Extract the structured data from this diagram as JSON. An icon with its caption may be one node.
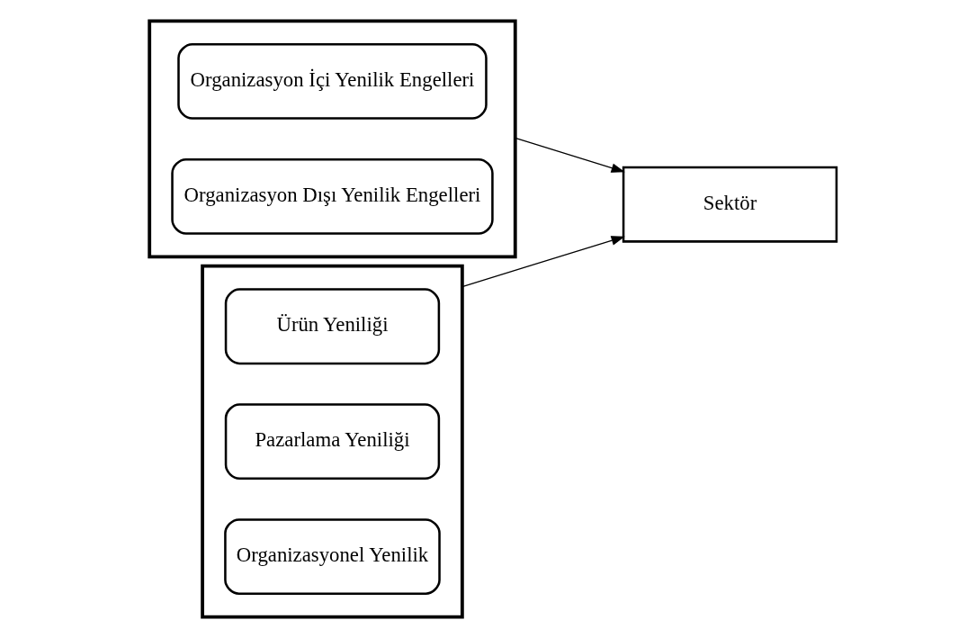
{
  "diagram": {
    "nodes": [
      {
        "text": [],
        "shape": "box"
      },
      {
        "text": [
          "Organizasyon İçi Yenilik Engelleri"
        ],
        "in": 0
      },
      {
        "text": [
          "Organizasyon Dışı Yenilik Engelleri"
        ],
        "in": 0
      },
      {
        "text": [],
        "shape": "box"
      },
      {
        "text": [
          "Ürün Yeniliği"
        ],
        "in": 3
      },
      {
        "text": [
          "Pazarlama Yeniliği"
        ],
        "in": 3
      },
      {
        "text": [
          "Organizasyonel Yenilik"
        ],
        "in": 3
      },
      {
        "text": [
          "Sektör"
        ]
      }
    ],
    "edges": [
      {
        "from": 0,
        "to": 7,
        "arrow": "to"
      },
      {
        "from": 3,
        "to": 7,
        "arrow": "to"
      }
    ]
  }
}
